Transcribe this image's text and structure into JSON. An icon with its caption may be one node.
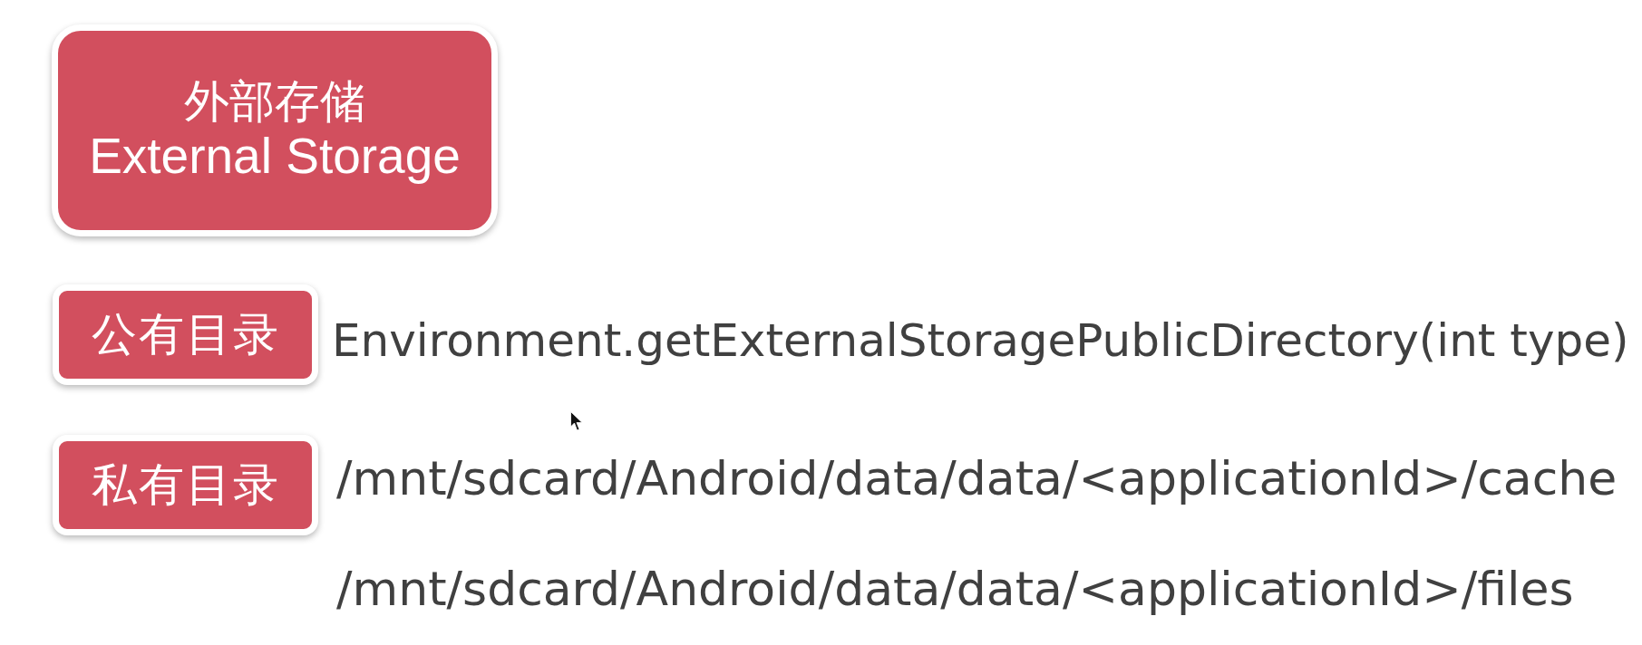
{
  "diagram": {
    "nodes": [
      {
        "text": [
          "外部存储",
          "External Storage"
        ]
      },
      {
        "text": [
          "公有目录"
        ],
        "beside": [
          "Environment.getExternalStoragePublicDirectory(int type)"
        ]
      },
      {
        "text": [
          "私有目录"
        ],
        "beside": [
          "/mnt/sdcard/Android/data/data/<applicationId>/cache",
          "/mnt/sdcard/Android/data/data/<applicationId>/files"
        ]
      }
    ]
  }
}
